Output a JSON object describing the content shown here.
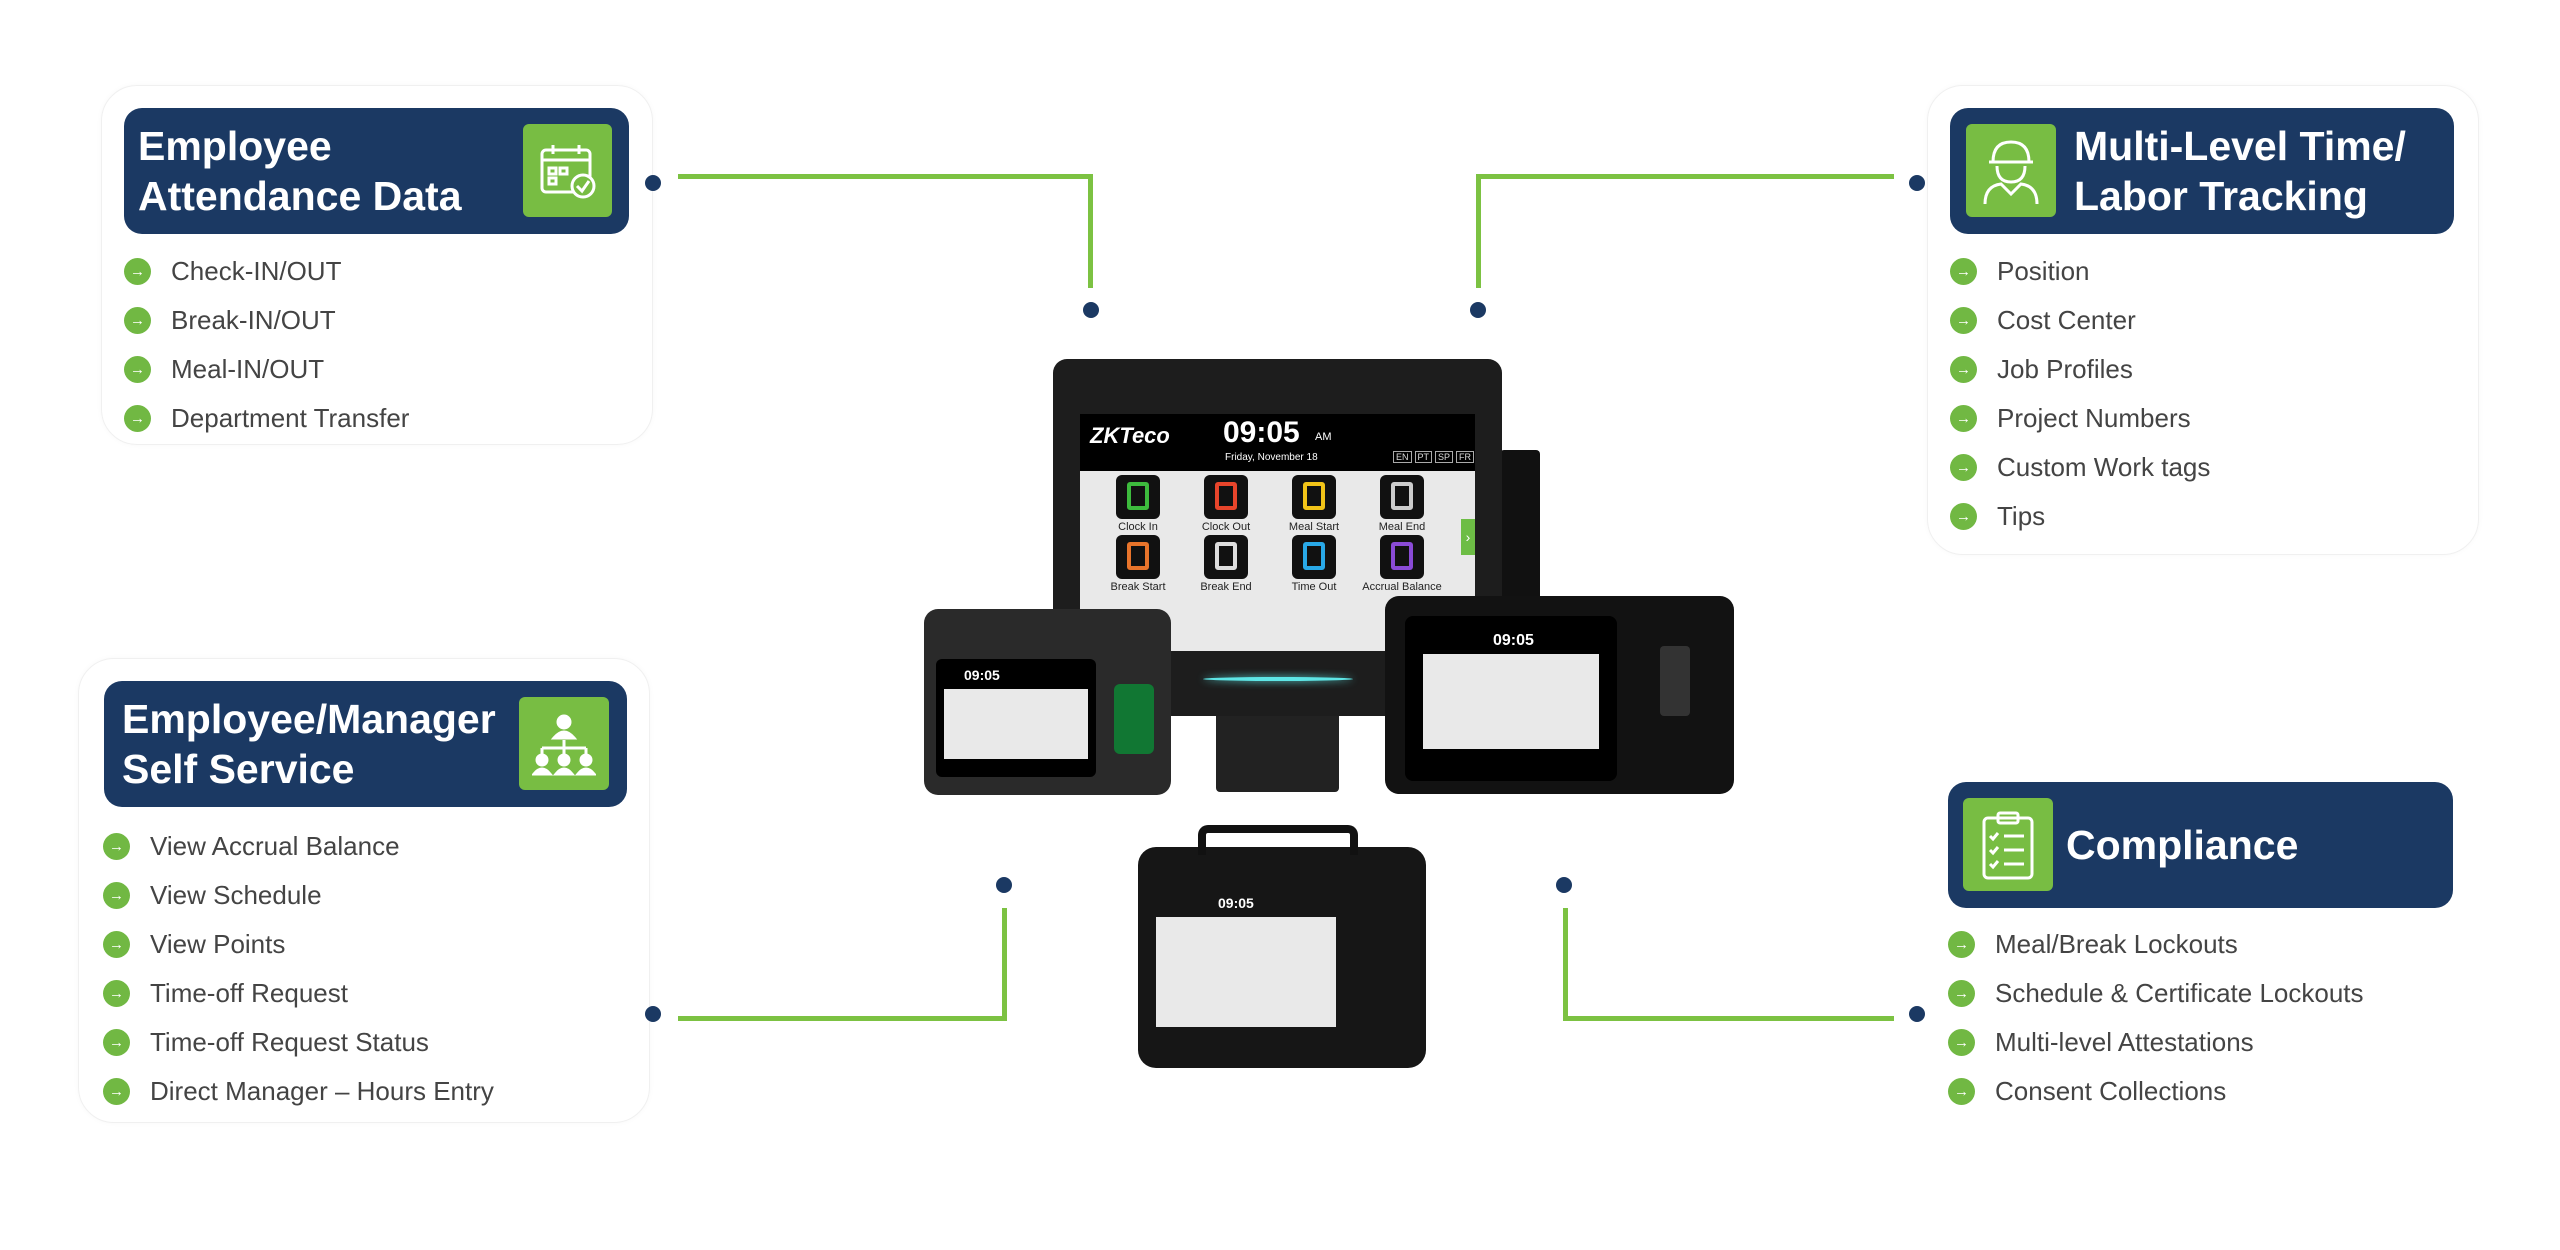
{
  "cards": {
    "attendance": {
      "title_l1": "Employee",
      "title_l2": "Attendance Data",
      "items": [
        "Check-IN/OUT",
        "Break-IN/OUT",
        "Meal-IN/OUT",
        "Department Transfer"
      ]
    },
    "labor": {
      "title_l1": "Multi-Level Time/",
      "title_l2": "Labor Tracking",
      "items": [
        "Position",
        "Cost Center",
        "Job Profiles",
        "Project Numbers",
        "Custom Work tags",
        "Tips"
      ]
    },
    "self_service": {
      "title_l1": "Employee/Manager",
      "title_l2": "Self Service",
      "items": [
        "View Accrual Balance",
        "View Schedule",
        "View Points",
        "Time-off Request",
        "Time-off Request Status",
        "Direct Manager – Hours Entry"
      ]
    },
    "compliance": {
      "title": "Compliance",
      "items": [
        "Meal/Break Lockouts",
        "Schedule & Certificate Lockouts",
        "Multi-level Attestations",
        "Consent Collections"
      ]
    }
  },
  "device": {
    "brand": "ZKTeco",
    "time": "09:05",
    "ampm": "AM",
    "date": "Friday, November 18",
    "langs": [
      "EN",
      "PT",
      "SP",
      "FR"
    ],
    "apps": [
      "Clock In",
      "Clock Out",
      "Meal Start",
      "Meal End",
      "Break Start",
      "Break End",
      "Time Out",
      "Accrual Balance"
    ]
  },
  "colors": {
    "navy": "#1b3963",
    "green": "#78bd43",
    "text": "#444444"
  }
}
